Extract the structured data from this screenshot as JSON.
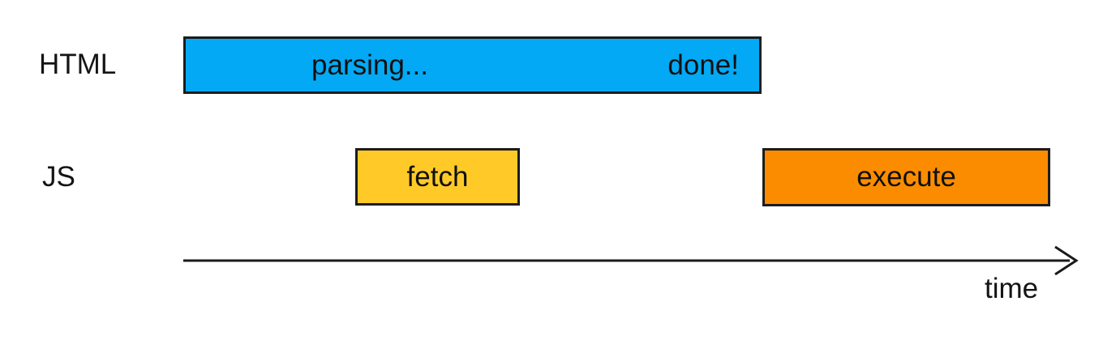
{
  "rows": [
    {
      "label": "HTML"
    },
    {
      "label": "JS"
    }
  ],
  "bars": {
    "parsing": {
      "text_left": "parsing...",
      "text_right": "done!",
      "color": "#03A9F4"
    },
    "fetch": {
      "text": "fetch",
      "color": "#FFCA28"
    },
    "execute": {
      "text": "execute",
      "color": "#FB8C00"
    }
  },
  "axis": {
    "label": "time",
    "color": "#1a1a1a"
  },
  "border_color": "#1c1c1c",
  "text_color": "#101010",
  "background_color": "#ffffff"
}
